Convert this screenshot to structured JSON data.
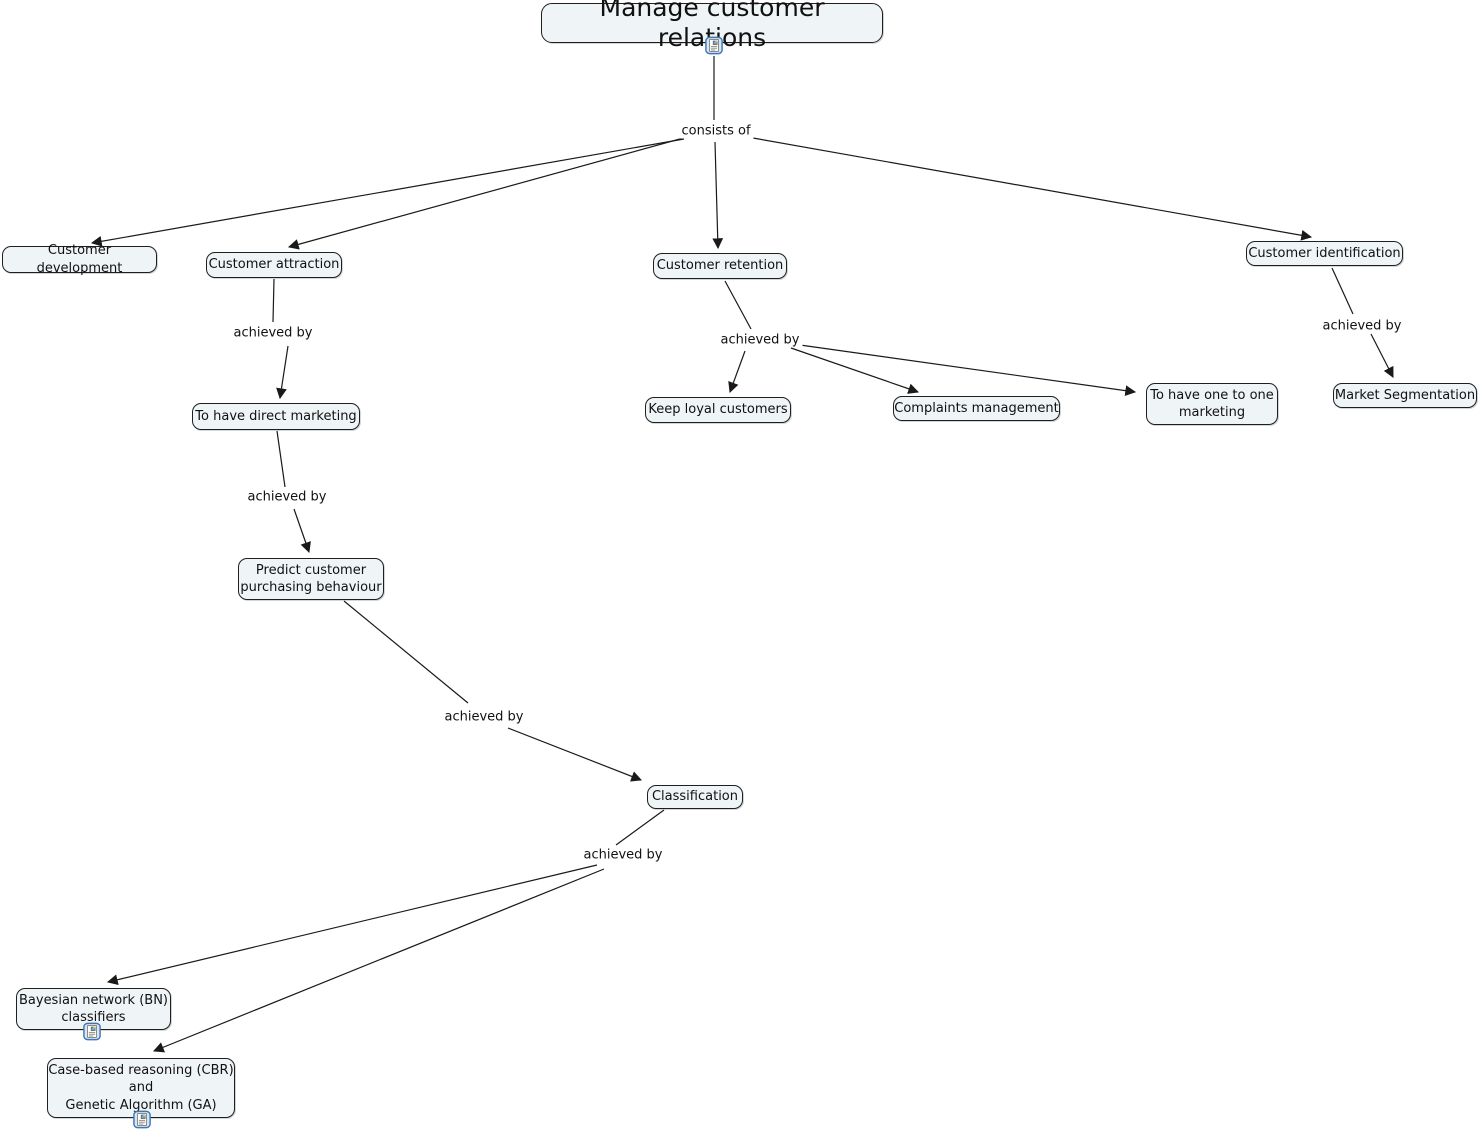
{
  "canvas": {
    "background": "#ffffff",
    "node_fill": "#eff4f7",
    "node_border": "#1f1f1f",
    "line_color": "#1a1a1a",
    "text_color": "#111111",
    "resource_icon_border": "#4076b4",
    "resource_icon_fill": "#d6e6f5"
  },
  "icons": {
    "resource": "attached-resource-document-icon"
  },
  "nodes": {
    "title": {
      "label": "Manage customer relations",
      "has_resource_icon": true
    },
    "customer_development": {
      "label": "Customer development"
    },
    "customer_attraction": {
      "label": "Customer attraction"
    },
    "customer_retention": {
      "label": "Customer retention"
    },
    "customer_identification": {
      "label": "Customer identification"
    },
    "direct_marketing": {
      "label": "To have direct marketing"
    },
    "predict_behaviour": {
      "label": "Predict customer\npurchasing behaviour"
    },
    "classification": {
      "label": "Classification"
    },
    "keep_loyal": {
      "label": "Keep loyal customers"
    },
    "complaints": {
      "label": "Complaints management"
    },
    "one_to_one": {
      "label": "To have one to one\nmarketing"
    },
    "market_segmentation": {
      "label": "Market Segmentation"
    },
    "bayesian": {
      "label": "Bayesian network (BN)\nclassifiers",
      "has_resource_icon": true
    },
    "case_based": {
      "label": "Case-based reasoning (CBR)\nand\nGenetic Algorithm (GA)",
      "has_resource_icon": true
    }
  },
  "links": [
    {
      "label": "consists of",
      "from": "title",
      "to": [
        "customer_development",
        "customer_attraction",
        "customer_retention",
        "customer_identification"
      ]
    },
    {
      "label": "achieved by",
      "from": "customer_attraction",
      "to": [
        "direct_marketing"
      ]
    },
    {
      "label": "achieved by",
      "from": "direct_marketing",
      "to": [
        "predict_behaviour"
      ]
    },
    {
      "label": "achieved by",
      "from": "predict_behaviour",
      "to": [
        "classification"
      ]
    },
    {
      "label": "achieved by",
      "from": "classification",
      "to": [
        "bayesian",
        "case_based"
      ]
    },
    {
      "label": "achieved by",
      "from": "customer_retention",
      "to": [
        "keep_loyal",
        "complaints",
        "one_to_one"
      ]
    },
    {
      "label": "achieved by",
      "from": "customer_identification",
      "to": [
        "market_segmentation"
      ]
    }
  ]
}
